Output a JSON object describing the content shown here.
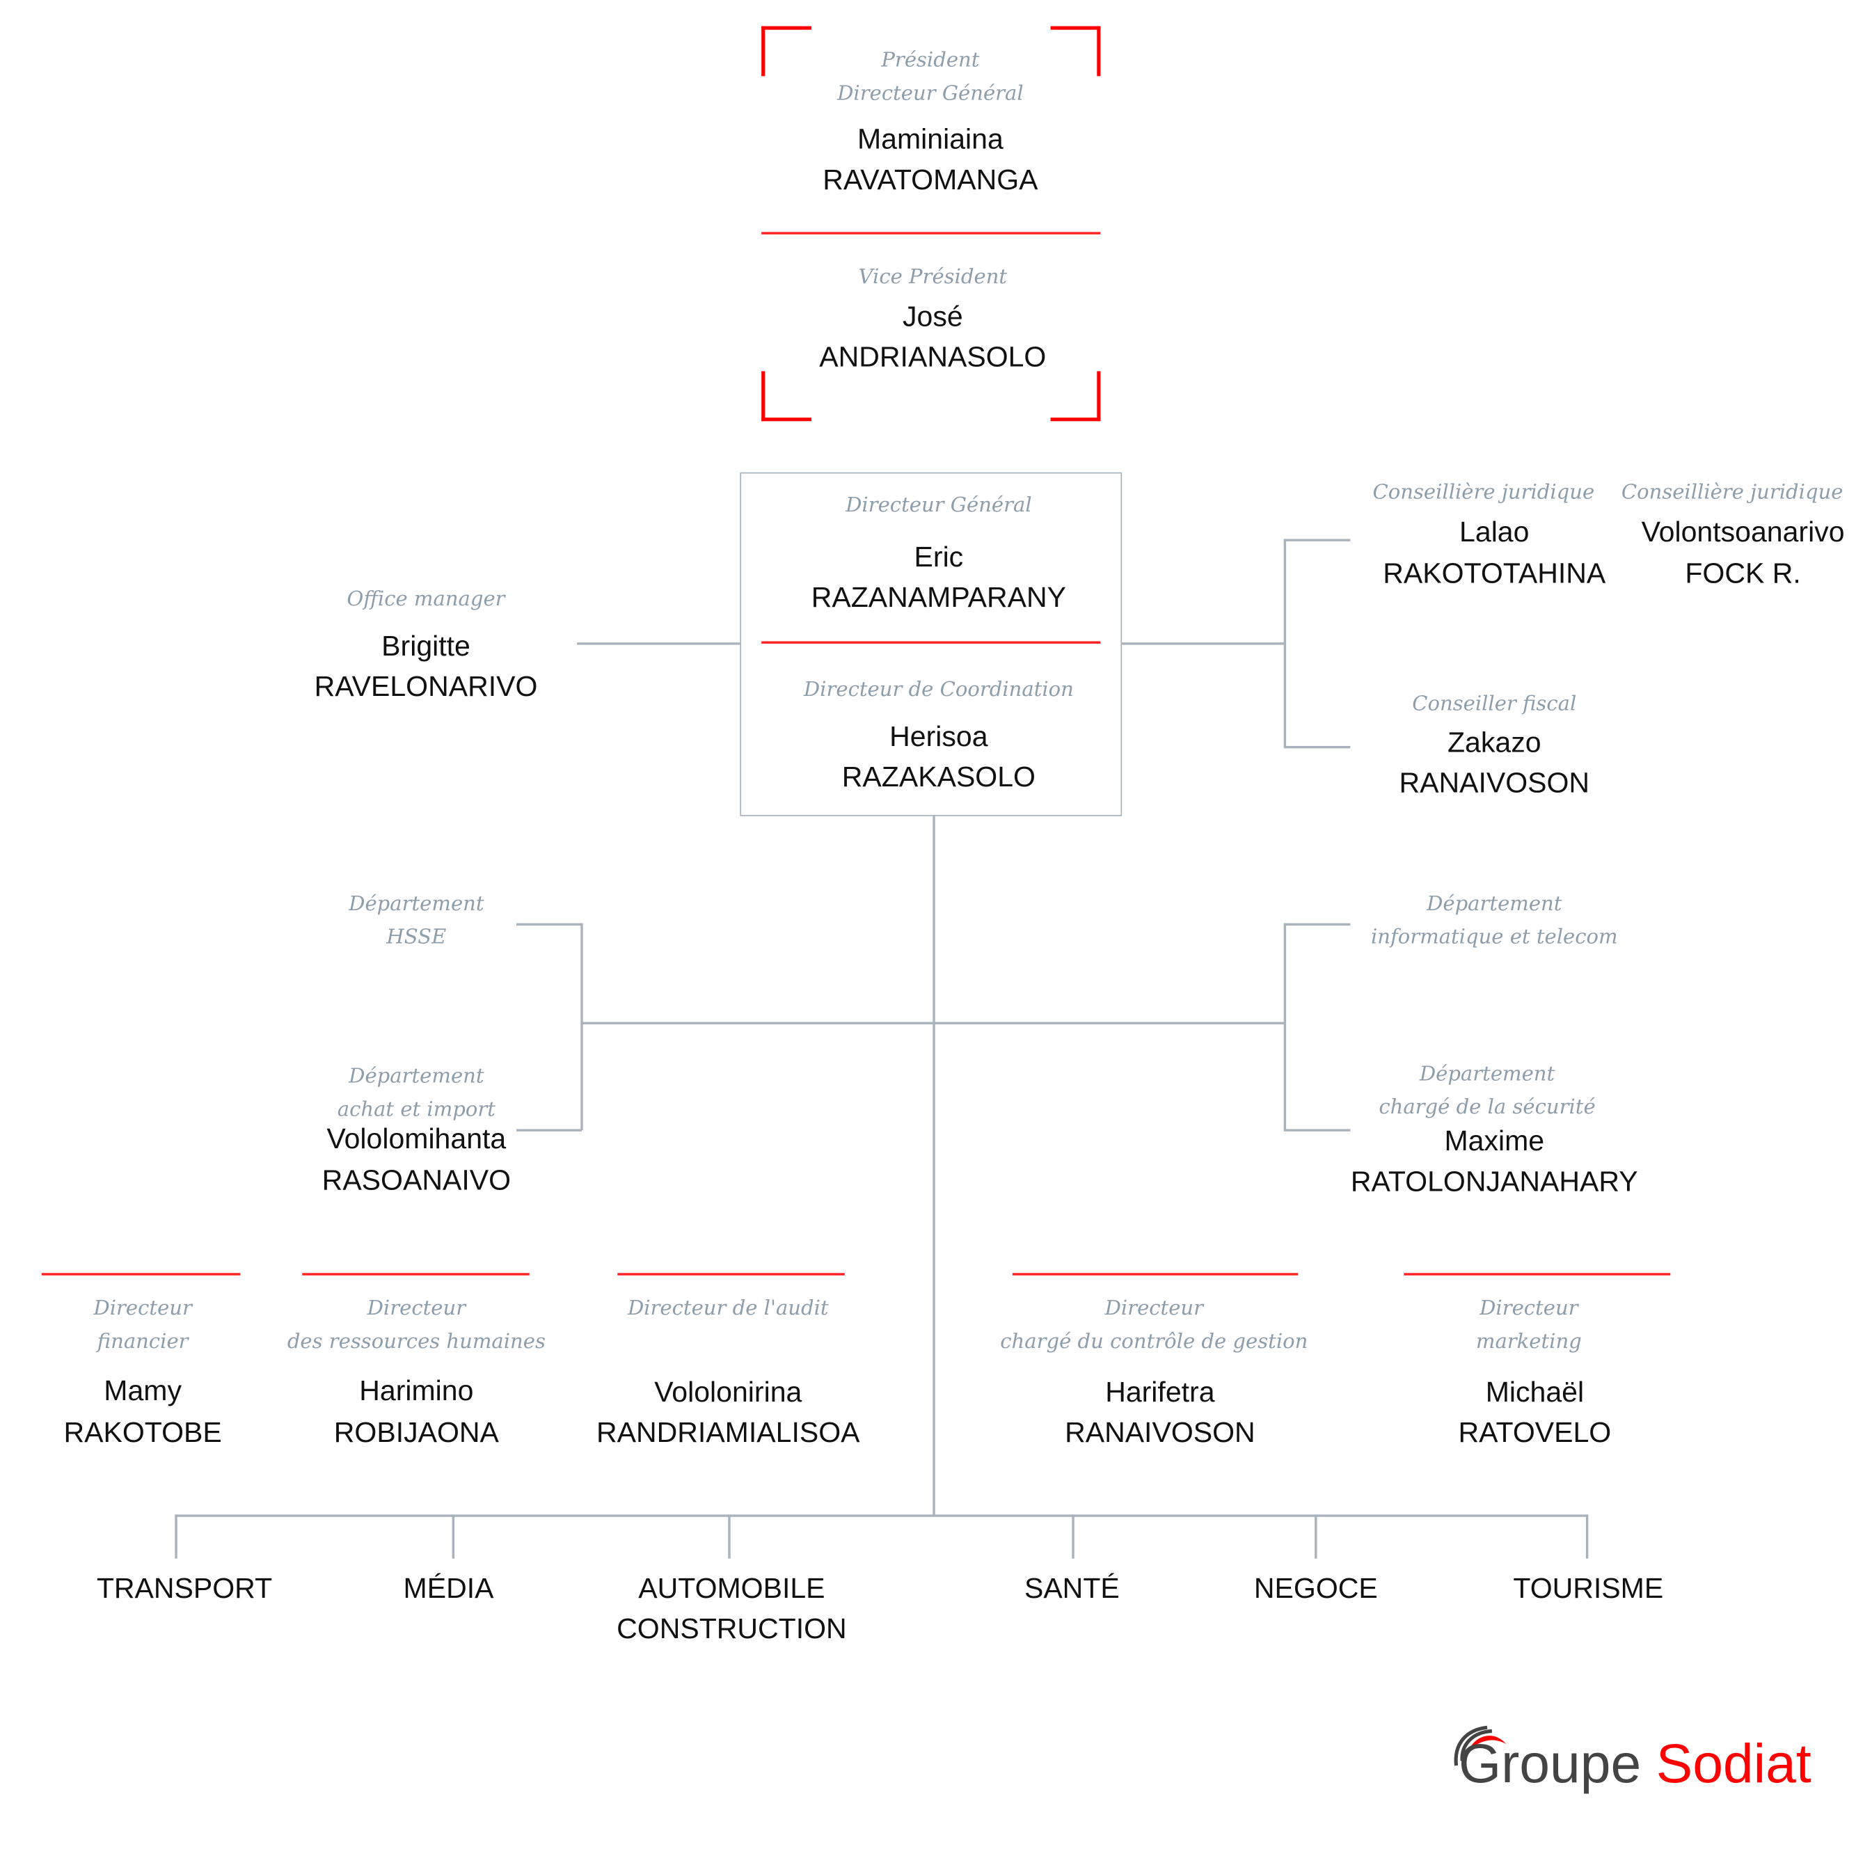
{
  "president": {
    "title1": "Président",
    "title2": "Directeur Général",
    "first": "Maminiaina",
    "last": "RAVATOMANGA"
  },
  "vice_president": {
    "title": "Vice Président",
    "first": "José",
    "last": "ANDRIANASOLO"
  },
  "dg": {
    "title": "Directeur Général",
    "first": "Eric",
    "last": "RAZANAMPARANY"
  },
  "coordination": {
    "title": "Directeur de Coordination",
    "first": "Herisoa",
    "last": "RAZAKASOLO"
  },
  "office_manager": {
    "title": "Office manager",
    "first": "Brigitte",
    "last": "RAVELONARIVO"
  },
  "legal1": {
    "title": "Conseillière juridique",
    "first": "Lalao",
    "last": "RAKOTOTAHINA"
  },
  "legal2": {
    "title": "Conseillière juridique",
    "first": "Volontsoanarivo",
    "last": "FOCK R."
  },
  "tax": {
    "title": "Conseiller fiscal",
    "first": "Zakazo",
    "last": "RANAIVOSON"
  },
  "hsse": {
    "title1": "Département",
    "title2": "HSSE"
  },
  "purchase": {
    "title1": "Département",
    "title2": "achat et import",
    "first": "Vololomihanta",
    "last": "RASOANAIVO"
  },
  "it": {
    "title1": "Département",
    "title2": "informatique et telecom"
  },
  "security": {
    "title1": "Département",
    "title2": "chargé de la sécurité",
    "first": "Maxime",
    "last": "RATOLONJANAHARY"
  },
  "directors": [
    {
      "title1": "Directeur",
      "title2": "financier",
      "first": "Mamy",
      "last": "RAKOTOBE"
    },
    {
      "title1": "Directeur",
      "title2": "des ressources humaines",
      "first": "Harimino",
      "last": "ROBIJAONA"
    },
    {
      "title1": "Directeur de l'audit",
      "title2": "",
      "first": "Vololonirina",
      "last": "RANDRIAMIALISOA"
    },
    {
      "title1": "Directeur",
      "title2": "chargé du contrôle de gestion",
      "first": "Harifetra",
      "last": "RANAIVOSON"
    },
    {
      "title1": "Directeur",
      "title2": "marketing",
      "first": "Michaël",
      "last": "RATOVELO"
    }
  ],
  "sectors": [
    "TRANSPORT",
    "MÉDIA",
    "AUTOMOBILE",
    "CONSTRUCTION",
    "SANTÉ",
    "NEGOCE",
    "TOURISME"
  ],
  "logo": {
    "word1": "Groupe",
    "word2": "Sodiat"
  },
  "colors": {
    "accent": "#ff0000",
    "line": "#a9b3bd",
    "title": "#8d9dab"
  }
}
